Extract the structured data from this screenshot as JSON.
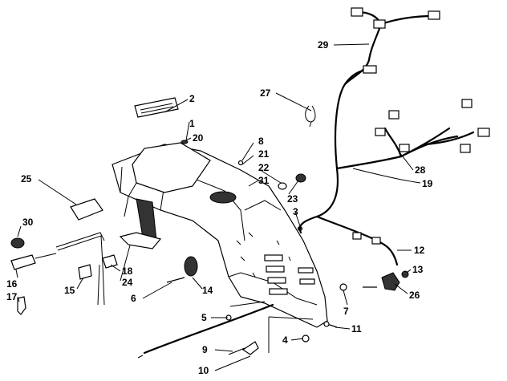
{
  "callouts": {
    "c1": "1",
    "c2": "2",
    "c3": "3",
    "c4": "4",
    "c5": "5",
    "c6": "6",
    "c7": "7",
    "c8": "8",
    "c9": "9",
    "c10": "10",
    "c11": "11",
    "c12": "12",
    "c13": "13",
    "c14": "14",
    "c15": "15",
    "c16": "16",
    "c17": "17",
    "c18": "18",
    "c19": "19",
    "c20": "20",
    "c21": "21",
    "c22": "22",
    "c23": "23",
    "c24": "24",
    "c25": "25",
    "c26": "26",
    "c27": "27",
    "c28": "28",
    "c29": "29",
    "c30": "30",
    "c31": "31"
  }
}
